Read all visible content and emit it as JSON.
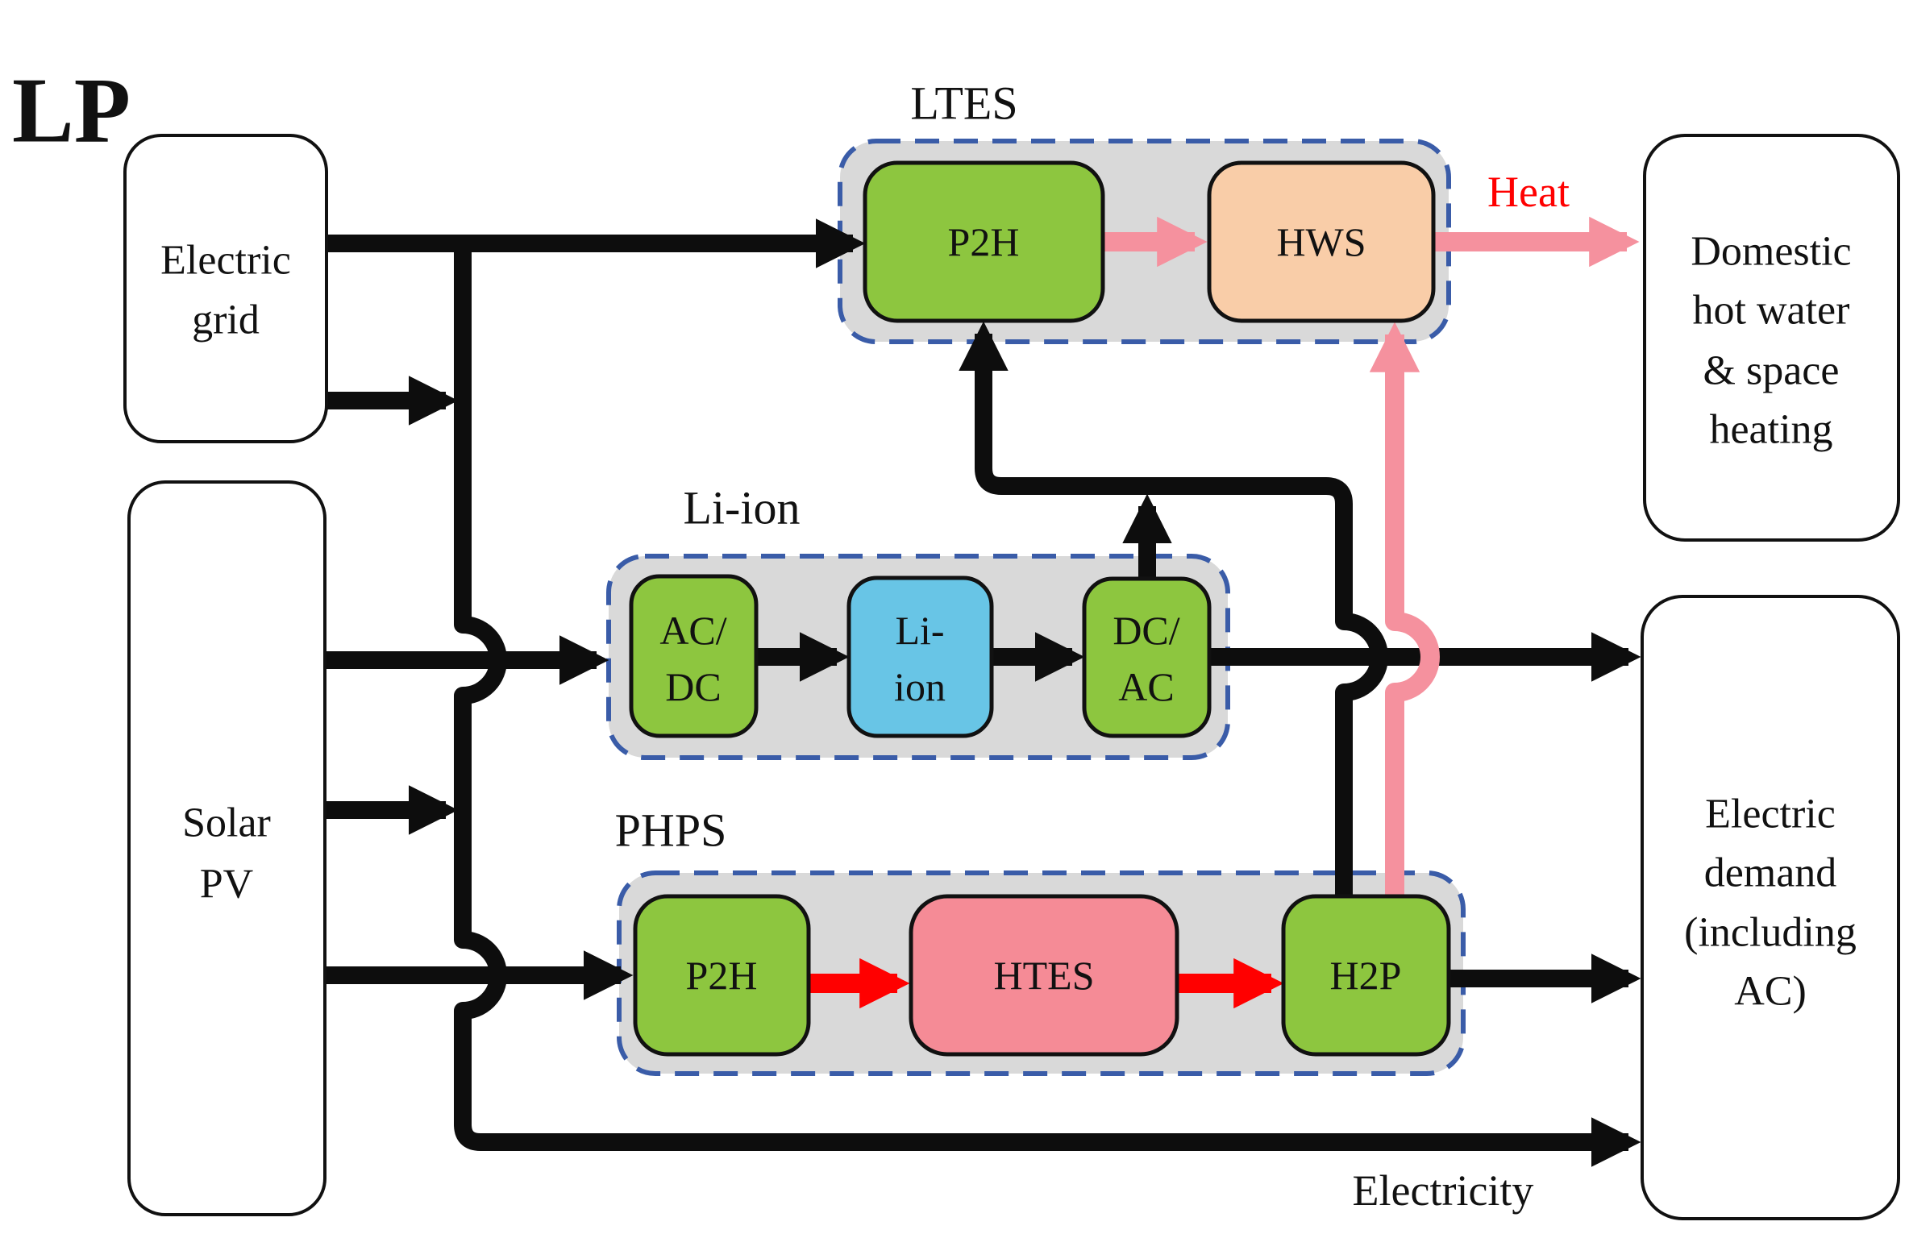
{
  "diagram_title": "LP",
  "groups": {
    "ltes": {
      "label": "LTES"
    },
    "liion": {
      "label": "Li-ion"
    },
    "phps": {
      "label": "PHPS"
    }
  },
  "nodes": {
    "electric_grid": {
      "lines": [
        "Electric",
        "grid"
      ]
    },
    "solar_pv": {
      "lines": [
        "Solar",
        "PV"
      ]
    },
    "ltes_p2h": {
      "label": "P2H"
    },
    "hws": {
      "label": "HWS"
    },
    "ac_dc": {
      "lines": [
        "AC/",
        "DC"
      ]
    },
    "li_ion_cell": {
      "lines": [
        "Li-",
        "ion"
      ]
    },
    "dc_ac": {
      "lines": [
        "DC/",
        "AC"
      ]
    },
    "phps_p2h": {
      "label": "P2H"
    },
    "htes": {
      "label": "HTES"
    },
    "h2p": {
      "label": "H2P"
    },
    "domestic": {
      "lines": [
        "Domestic",
        "hot water",
        "& space",
        "heating"
      ]
    },
    "electric_demand": {
      "lines": [
        "Electric",
        "demand",
        "(including",
        "AC)"
      ]
    }
  },
  "edge_labels": {
    "heat": "Heat",
    "electricity": "Electricity"
  },
  "colors": {
    "converter_green": "#8dc63f",
    "battery_blue": "#68c5e6",
    "hws_peach": "#f9cda8",
    "htes_pink": "#f58b96",
    "heat_arrow_pink": "#f5919e",
    "heat_arrow_red": "#ff0000",
    "electricity_black": "#0d0d0d",
    "group_fill_gray": "#d9d9d9",
    "group_border_blue": "#3a5ca8"
  }
}
